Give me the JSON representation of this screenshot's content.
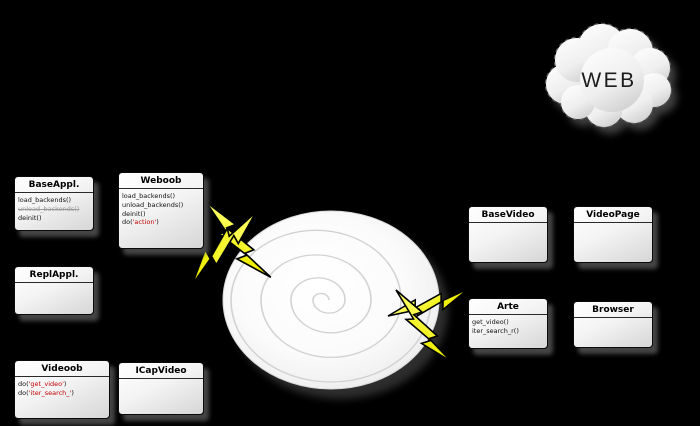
{
  "colors": {
    "background": "#000000",
    "box_gradient_top": "#ffffff",
    "box_gradient_bottom": "#d6d6d6",
    "method_accent_red": "#c00000",
    "muted_gray": "#9a9a9a",
    "bolt_yellow": "#f7f700",
    "cloud_border_gray": "#555555"
  },
  "icons": {
    "lightning_bolt": "zigzag-yellow-bolt",
    "spiral_vortex": "white-swirl-circle",
    "web_cloud": "scalloped-cloud"
  },
  "cloud": {
    "label": "WEB"
  },
  "classes": {
    "base_appl": {
      "title": "BaseAppl.",
      "methods": [
        {
          "pre": "load_backends()",
          "em": "",
          "post": ""
        },
        {
          "pre": "unload_backends()",
          "em": "",
          "post": ""
        },
        {
          "pre": "deinit()",
          "em": "",
          "post": ""
        }
      ]
    },
    "weboob": {
      "title": "Weboob",
      "methods": [
        {
          "pre": "load_backends()",
          "em": "",
          "post": ""
        },
        {
          "pre": "unload_backends()",
          "em": "",
          "post": ""
        },
        {
          "pre": "deinit()",
          "em": "",
          "post": ""
        },
        {
          "pre": "do(",
          "em": "'action'",
          "post": ")"
        }
      ]
    },
    "repl_appl": {
      "title": "ReplAppl.",
      "methods": []
    },
    "videoob": {
      "title": "Videoob",
      "methods": [
        {
          "pre": "do(",
          "em": "'get_video'",
          "post": ")"
        },
        {
          "pre": "do(",
          "em": "'iter_search_'",
          "post": ")"
        }
      ]
    },
    "icap_video": {
      "title": "ICapVideo",
      "methods": []
    },
    "base_video": {
      "title": "BaseVideo",
      "methods": []
    },
    "video_page": {
      "title": "VideoPage",
      "methods": []
    },
    "arte": {
      "title": "Arte",
      "methods": [
        {
          "pre": "get_video()",
          "em": "",
          "post": ""
        },
        {
          "pre": "iter_search_r()",
          "em": "",
          "post": ""
        }
      ]
    },
    "browser": {
      "title": "Browser",
      "methods": []
    }
  }
}
